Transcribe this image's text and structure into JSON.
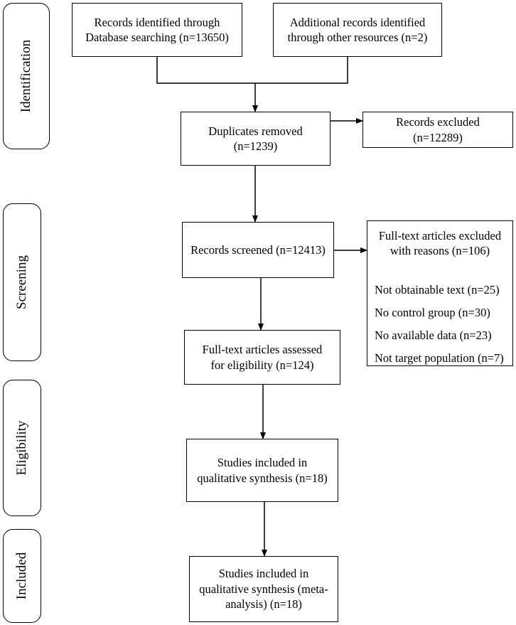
{
  "stages": {
    "identification": "Identification",
    "screening": "Screening",
    "eligibility": "Eligibility",
    "included": "Included"
  },
  "boxes": {
    "db_records": [
      "Records identified through",
      "Database searching (n=13650)"
    ],
    "other_records": [
      "Additional records identified",
      "through other resources (n=2)"
    ],
    "duplicates": [
      "Duplicates removed",
      "(n=1239)"
    ],
    "excluded": [
      "Records excluded",
      "(n=12289)"
    ],
    "screened": [
      "Records screened (n=12413)"
    ],
    "fulltext_assessed": [
      "Full-text articles assessed",
      "for eligibility (n=124)"
    ],
    "qualitative": [
      "Studies included in",
      "qualitative synthesis (n=18)"
    ],
    "meta": [
      "Studies included in",
      "qualitative synthesis (meta-",
      "analysis) (n=18)"
    ]
  },
  "fulltext_excluded": {
    "header": [
      "Full-text articles excluded",
      "with reasons (n=106)"
    ],
    "reasons": [
      "Not obtainable text (n=25)",
      "No control group (n=30)",
      "No available data (n=23)",
      "Not target population (n=7)"
    ]
  }
}
